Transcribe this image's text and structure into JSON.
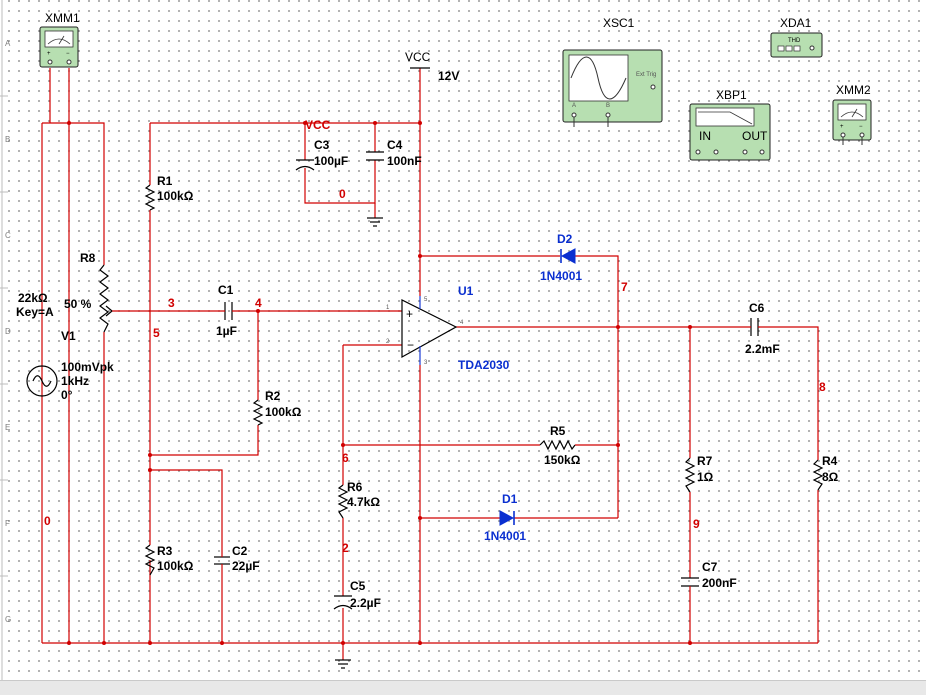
{
  "instruments": {
    "xmm1": {
      "label": "XMM1"
    },
    "xmm2": {
      "label": "XMM2"
    },
    "xsc1": {
      "label": "XSC1",
      "ext_trig": "Ext Trig",
      "ch_a": "A",
      "ch_b": "B"
    },
    "xda1": {
      "label": "XDA1",
      "display": "THD"
    },
    "xbp1": {
      "label": "XBP1",
      "in": "IN",
      "out": "OUT"
    }
  },
  "power": {
    "vcc_label": "VCC",
    "vcc_value": "12V",
    "vcc_net": "VCC"
  },
  "components": {
    "r1": {
      "ref": "R1",
      "value": "100kΩ"
    },
    "r2": {
      "ref": "R2",
      "value": "100kΩ"
    },
    "r3": {
      "ref": "R3",
      "value": "100kΩ"
    },
    "r4": {
      "ref": "R4",
      "value": "8Ω"
    },
    "r5": {
      "ref": "R5",
      "value": "150kΩ"
    },
    "r6": {
      "ref": "R6",
      "value": "4.7kΩ"
    },
    "r7": {
      "ref": "R7",
      "value": "1Ω"
    },
    "r8": {
      "ref": "R8",
      "value": "22kΩ",
      "key": "Key=A",
      "percent": "50 %"
    },
    "c1": {
      "ref": "C1",
      "value": "1µF"
    },
    "c2": {
      "ref": "C2",
      "value": "22µF"
    },
    "c3": {
      "ref": "C3",
      "value": "100µF"
    },
    "c4": {
      "ref": "C4",
      "value": "100nF"
    },
    "c5": {
      "ref": "C5",
      "value": "2.2µF"
    },
    "c6": {
      "ref": "C6",
      "value": "2.2mF"
    },
    "c7": {
      "ref": "C7",
      "value": "200nF"
    },
    "d1": {
      "ref": "D1",
      "value": "1N4001"
    },
    "d2": {
      "ref": "D2",
      "value": "1N4001"
    },
    "u1": {
      "ref": "U1",
      "value": "TDA2030",
      "pin_in_plus": "1",
      "pin_in_minus": "2",
      "pin_out": "4",
      "pin_vplus": "5",
      "pin_vminus": "3"
    },
    "v1": {
      "ref": "V1",
      "amplitude": "100mVpk",
      "frequency": "1kHz",
      "phase": "0°"
    }
  },
  "nets": {
    "n0": "0",
    "n2": "2",
    "n3": "3",
    "n4": "4",
    "n5": "5",
    "n6": "6",
    "n7": "7",
    "n8": "8",
    "n9": "9",
    "gnd_c3": "0"
  },
  "ruler": {
    "rows": [
      "A",
      "B",
      "C",
      "D",
      "E",
      "F",
      "G"
    ]
  },
  "colors": {
    "wire": "#d10000",
    "instrument": "#b7dfb1",
    "label_blue": "#0a2fd0"
  }
}
